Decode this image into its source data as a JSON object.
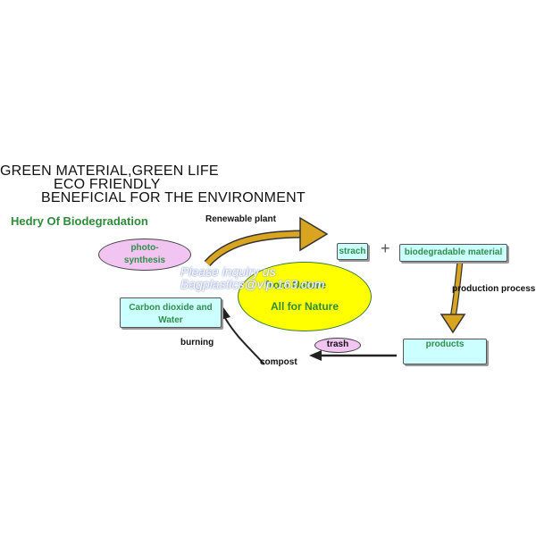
{
  "title": {
    "line1": "GREEN MATERIAL,GREEN LIFE",
    "line2": "ECO FRIENDLY",
    "line3": "BENEFICIAL FOR THE ENVIRONMENT"
  },
  "subtitle": "Hedry Of Biodegradation",
  "nodes": {
    "photosynthesis_line1": "photo-",
    "photosynthesis_line2": "synthesis",
    "center_line1": "from Nature",
    "center_line2": "All for Nature",
    "carbon_line1": "Carbon dioxide and",
    "carbon_line2": "Water",
    "strach": "strach",
    "plus": "+",
    "biodegradable": "biodegradable material",
    "products": "products",
    "trash": "trash"
  },
  "labels": {
    "renewable": "Renewable plant",
    "production": "production process",
    "burning": "burning",
    "compost": "compost"
  },
  "watermark": {
    "line1": "Please inquiry us",
    "line2": "Bagplastics@vip.163.com"
  },
  "colors": {
    "heading": "#111111",
    "subtitle": "#2e8b3a",
    "box_fill": "#ccffff",
    "pink_fill": "#f2c4f2",
    "oval_fill": "#ffff00",
    "arrow_gold": "#d9a520",
    "arrow_dark": "#333333"
  }
}
